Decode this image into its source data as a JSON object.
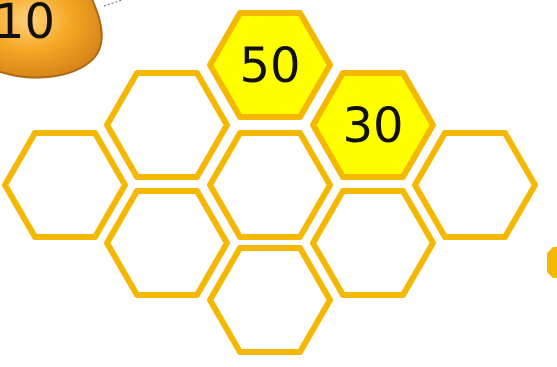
{
  "game": {
    "score_orb": {
      "value": "10",
      "color": "#f5a623"
    },
    "honeycomb": {
      "cells": [
        {
          "id": "c1",
          "label": "50",
          "filled": true
        },
        {
          "id": "c2",
          "label": "30",
          "filled": true
        },
        {
          "id": "c3",
          "label": "",
          "filled": false
        },
        {
          "id": "c4",
          "label": "",
          "filled": false
        },
        {
          "id": "c5",
          "label": "",
          "filled": false
        },
        {
          "id": "c6",
          "label": "",
          "filled": false
        },
        {
          "id": "c7",
          "label": "",
          "filled": false
        },
        {
          "id": "c8",
          "label": "",
          "filled": false
        },
        {
          "id": "c9",
          "label": "",
          "filled": false
        },
        {
          "id": "c10",
          "label": "",
          "filled": false
        }
      ],
      "stroke_color": "#f5b800",
      "fill_color": "#ffff00",
      "empty_color": "#ffffff"
    },
    "side_tile": {
      "color": "#f5b800"
    }
  }
}
